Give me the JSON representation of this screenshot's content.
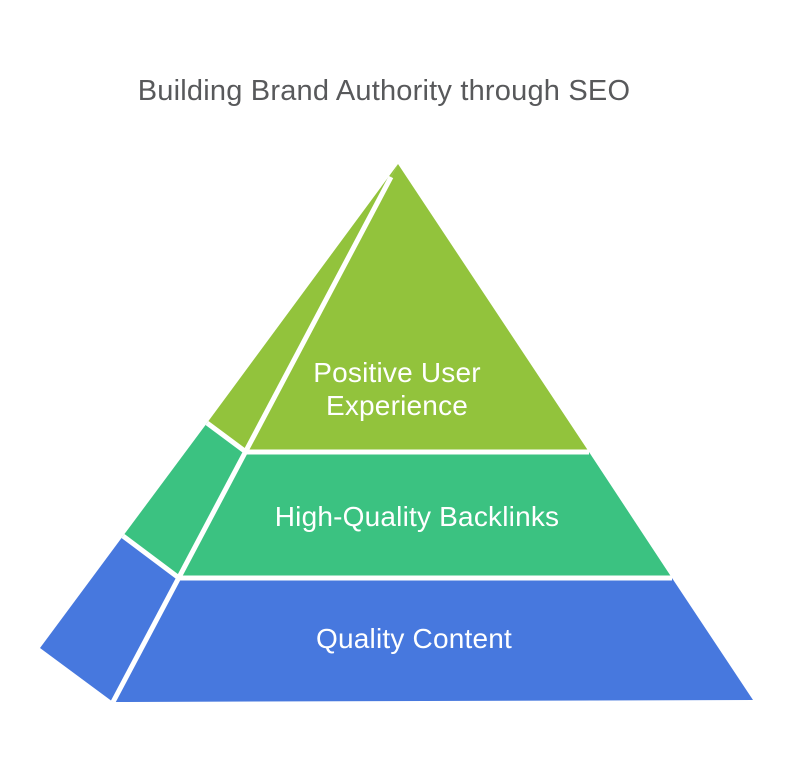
{
  "title": {
    "text": "Building Brand Authority through SEO",
    "color": "#58595B"
  },
  "pyramid": {
    "separator_color": "#FFFFFF",
    "levels": [
      {
        "name": "top",
        "label": "Positive User Experience",
        "lines": [
          "Positive User",
          "Experience"
        ],
        "color": "#92C33C",
        "text_color": "#FFFFFF"
      },
      {
        "name": "middle",
        "label": "High-Quality Backlinks",
        "lines": [
          "High-Quality Backlinks"
        ],
        "color": "#3BC281",
        "text_color": "#FFFFFF"
      },
      {
        "name": "bottom",
        "label": "Quality Content",
        "lines": [
          "Quality Content"
        ],
        "color": "#4778DE",
        "text_color": "#FFFFFF"
      }
    ]
  }
}
